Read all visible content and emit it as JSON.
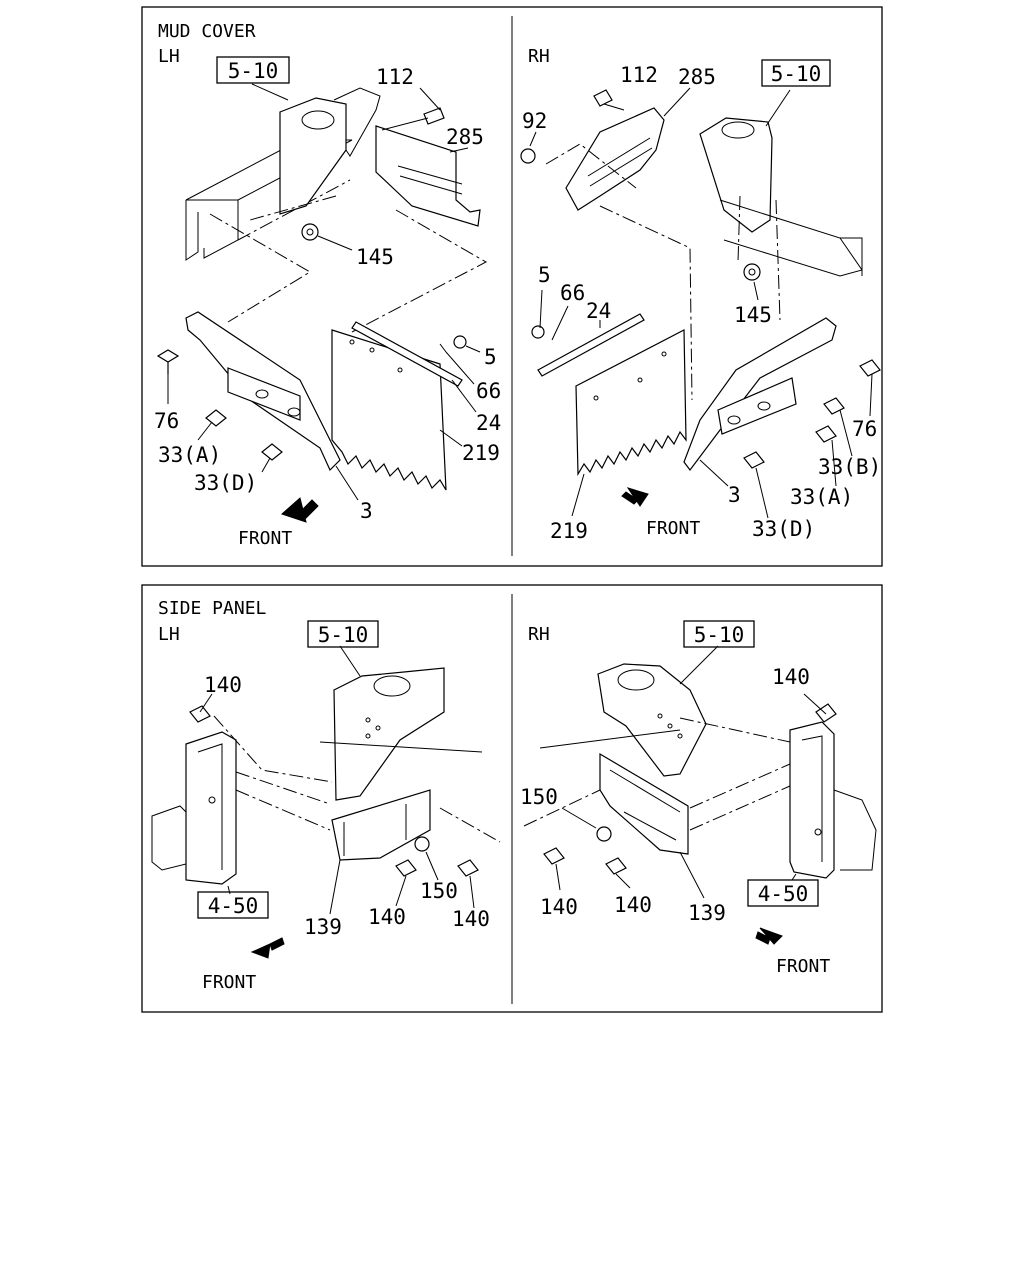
{
  "mud_cover": {
    "title": "MUD COVER",
    "lh": {
      "side": "LH",
      "ref": "5-10",
      "front": "FRONT",
      "labels": [
        "112",
        "285",
        "145",
        "5",
        "66",
        "24",
        "219",
        "76",
        "33(A)",
        "33(D)",
        "3"
      ]
    },
    "rh": {
      "side": "RH",
      "ref": "5-10",
      "front": "FRONT",
      "labels": [
        "112",
        "285",
        "92",
        "145",
        "5",
        "66",
        "24",
        "76",
        "33(B)",
        "33(A)",
        "3",
        "33(D)",
        "219"
      ]
    }
  },
  "side_panel": {
    "title": "SIDE PANEL",
    "lh": {
      "side": "LH",
      "ref_top": "5-10",
      "ref_bottom": "4-50",
      "front": "FRONT",
      "labels": [
        "140",
        "139",
        "140",
        "150",
        "140"
      ]
    },
    "rh": {
      "side": "RH",
      "ref_top": "5-10",
      "ref_bottom": "4-50",
      "front": "FRONT",
      "labels": [
        "140",
        "150",
        "140",
        "140",
        "139"
      ]
    }
  }
}
